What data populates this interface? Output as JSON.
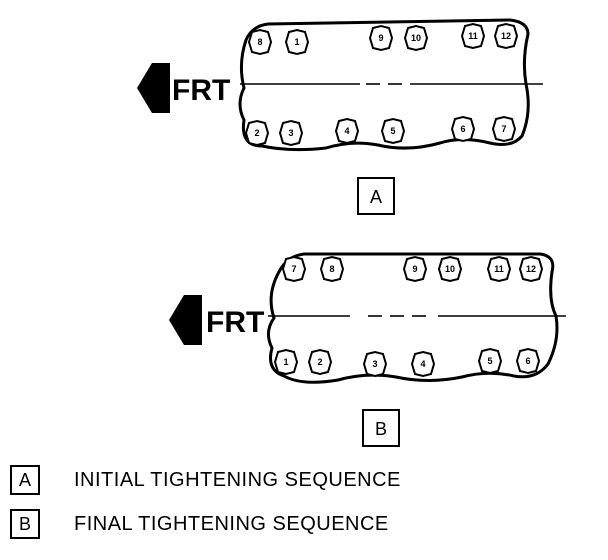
{
  "direction_label": "FRT",
  "diagrams": [
    {
      "id": "A",
      "label": "A",
      "bolts_top": [
        "8",
        "1",
        "9",
        "10",
        "11",
        "12"
      ],
      "bolts_bottom": [
        "2",
        "3",
        "4",
        "5",
        "6",
        "7"
      ]
    },
    {
      "id": "B",
      "label": "B",
      "bolts_top": [
        "7",
        "8",
        "9",
        "10",
        "11",
        "12"
      ],
      "bolts_bottom": [
        "1",
        "2",
        "3",
        "4",
        "5",
        "6"
      ]
    }
  ],
  "legend": [
    {
      "key": "A",
      "text": "INITIAL TIGHTENING SEQUENCE"
    },
    {
      "key": "B",
      "text": "FINAL TIGHTENING SEQUENCE"
    }
  ]
}
